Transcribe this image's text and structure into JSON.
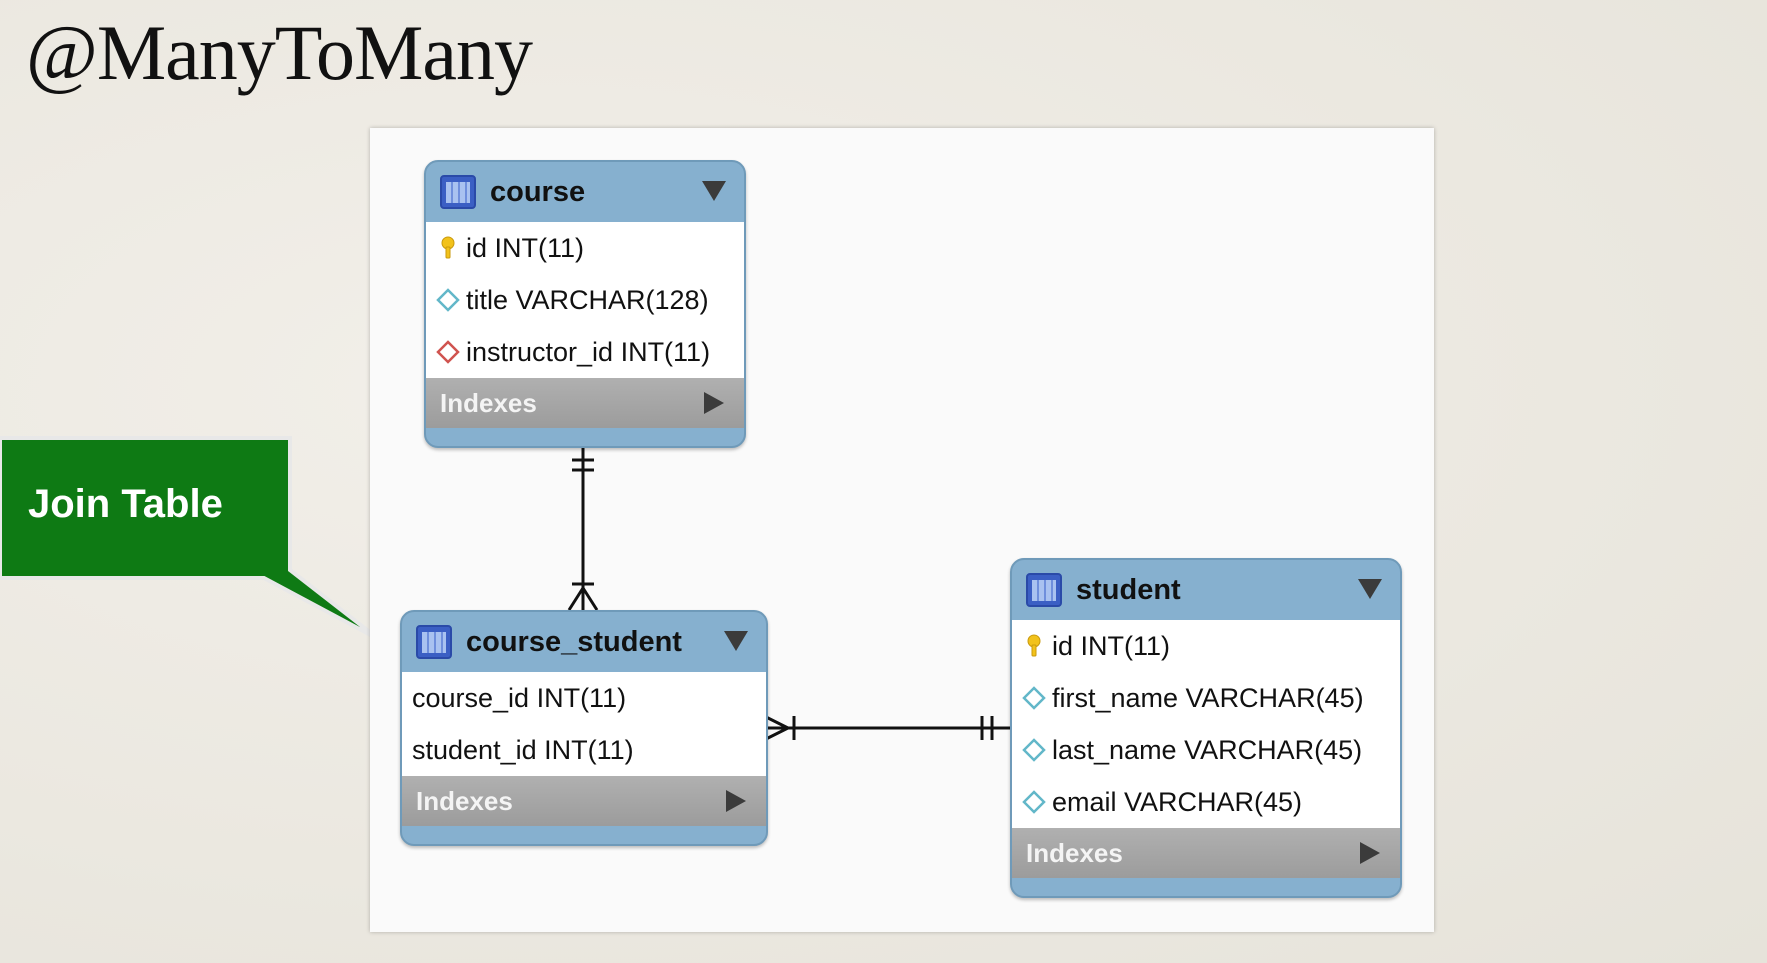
{
  "slide": {
    "title": "@ManyToMany"
  },
  "callout": {
    "label": "Join Table",
    "color": "#0e7a14"
  },
  "tables": {
    "course": {
      "name": "course",
      "columns": [
        {
          "text": "id INT(11)",
          "icon": "primary-key-icon"
        },
        {
          "text": "title VARCHAR(128)",
          "icon": "column-diamond-icon"
        },
        {
          "text": "instructor_id INT(11)",
          "icon": "foreign-key-diamond-icon"
        }
      ],
      "indexes_label": "Indexes"
    },
    "course_student": {
      "name": "course_student",
      "columns": [
        {
          "text": "course_id INT(11)"
        },
        {
          "text": "student_id INT(11)"
        }
      ],
      "indexes_label": "Indexes"
    },
    "student": {
      "name": "student",
      "columns": [
        {
          "text": "id INT(11)",
          "icon": "primary-key-icon"
        },
        {
          "text": "first_name VARCHAR(45)",
          "icon": "column-diamond-icon"
        },
        {
          "text": "last_name VARCHAR(45)",
          "icon": "column-diamond-icon"
        },
        {
          "text": "email VARCHAR(45)",
          "icon": "column-diamond-icon"
        }
      ],
      "indexes_label": "Indexes"
    }
  },
  "relationships": [
    {
      "from": "course",
      "to": "course_student",
      "from_cardinality": "one-and-only-one",
      "to_cardinality": "one-or-many"
    },
    {
      "from": "student",
      "to": "course_student",
      "from_cardinality": "one-and-only-one",
      "to_cardinality": "one-or-many"
    }
  ],
  "colors": {
    "table_header": "#86b0cf",
    "indexes_bar": "#a3a3a3",
    "primary_key": "#f2c21b",
    "column_diamond": "#62b7c9",
    "foreign_key_diamond": "#d0534f"
  }
}
